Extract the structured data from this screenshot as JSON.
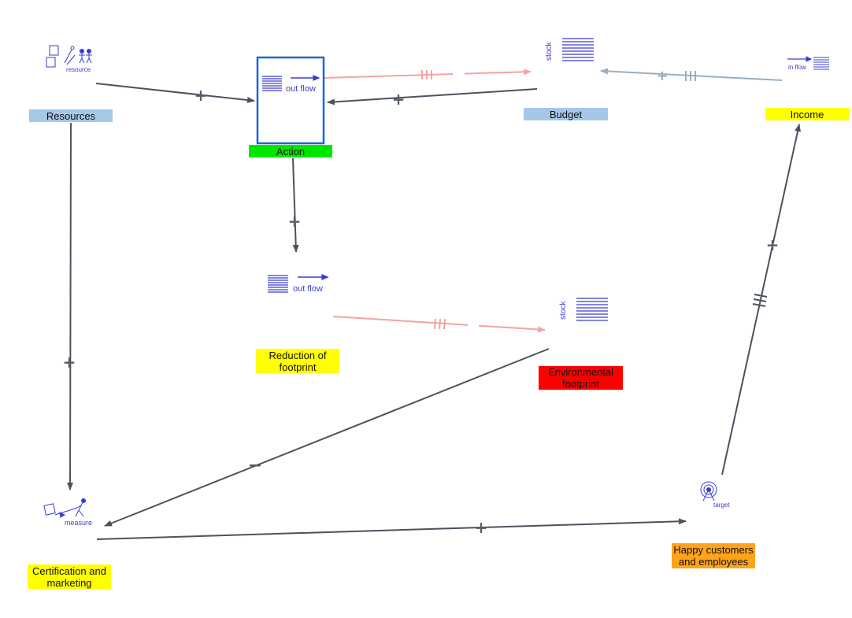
{
  "nodes": {
    "resources": {
      "label": "Resources",
      "color": "#a6c8e8",
      "icon": "resource-icon",
      "icon_text": "resource"
    },
    "action": {
      "label": "Action",
      "color": "#00e600",
      "icon": "outflow-icon",
      "icon_text": "out flow",
      "selected_border": "#1a66d9"
    },
    "budget": {
      "label": "Budget",
      "color": "#a6c8e8",
      "icon": "stock-icon",
      "icon_text": "stock"
    },
    "income": {
      "label": "Income",
      "color": "#ffff00",
      "icon": "inflow-icon",
      "icon_text": "in flow"
    },
    "reduction": {
      "label": "Reduction of footprint",
      "color": "#ffff00",
      "icon": "outflow-icon",
      "icon_text": "out flow"
    },
    "environmental": {
      "label": "Environmental footprint",
      "color": "#ff0000",
      "icon": "stock-icon",
      "icon_text": "stock"
    },
    "certification": {
      "label": "Certification and marketing",
      "color": "#ffff00",
      "icon": "measure-icon",
      "icon_text": "measure"
    },
    "happy": {
      "label": "Happy customers and employees",
      "color": "#ffa31a",
      "icon": "target-icon",
      "icon_text": "target"
    }
  },
  "links": [
    {
      "from": "resources",
      "to": "action",
      "polarity": "+",
      "delay": false
    },
    {
      "from": "budget",
      "to": "action",
      "polarity": "+",
      "delay": false
    },
    {
      "from": "action",
      "to": "budget",
      "polarity": "",
      "delay": true
    },
    {
      "from": "income",
      "to": "budget",
      "polarity": "+",
      "delay": true
    },
    {
      "from": "action",
      "to": "reduction",
      "polarity": "+",
      "delay": false
    },
    {
      "from": "reduction",
      "to": "environmental",
      "polarity": "",
      "delay": true
    },
    {
      "from": "resources",
      "to": "certification",
      "polarity": "+",
      "delay": false
    },
    {
      "from": "environmental",
      "to": "certification",
      "polarity": "−",
      "delay": false
    },
    {
      "from": "certification",
      "to": "happy",
      "polarity": "+",
      "delay": false
    },
    {
      "from": "happy",
      "to": "income",
      "polarity": "+",
      "delay": true
    }
  ],
  "colors": {
    "link": "#4a5360",
    "flow_link": "#f4a3a3",
    "info_link": "#9aaec0",
    "icon": "#3b3bd6"
  }
}
